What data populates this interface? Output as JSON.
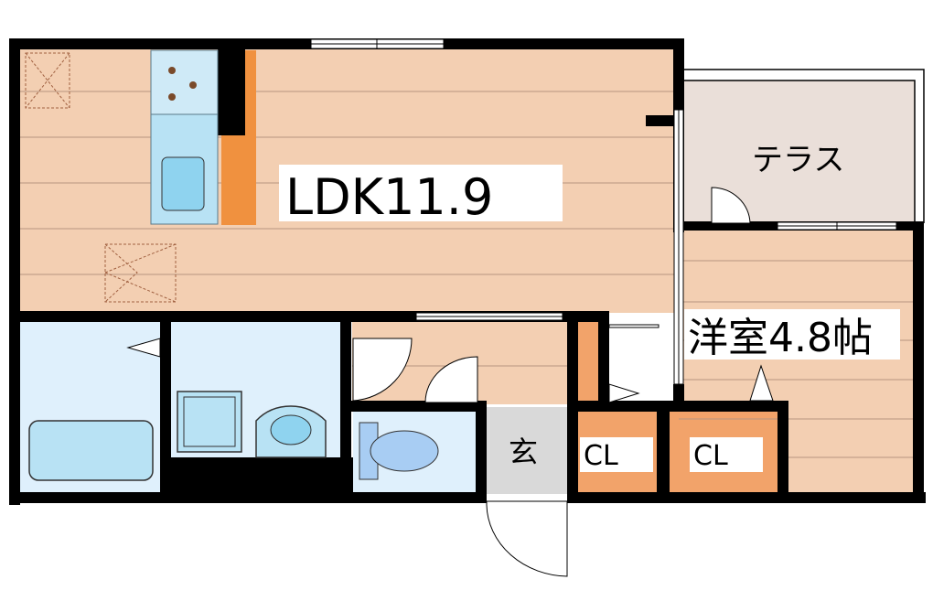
{
  "rooms": {
    "ldk": "LDK11.9",
    "terrace": "テラス",
    "western_room": "洋室4.8帖",
    "entrance": "玄",
    "closet_1": "CL",
    "closet_2": "CL"
  },
  "colors": {
    "wall": "#000000",
    "floor_wood": "#f3cfb2",
    "wet_area": "#dff0fc",
    "fixture": "#b8e2f4",
    "fixture_dark": "#8fd3ef",
    "closet": "#f2a36a",
    "accent_orange": "#f0913f",
    "terrace": "#eadfd9",
    "entrance": "#d9d9d9",
    "toilet_blue": "#a8cdf3"
  }
}
